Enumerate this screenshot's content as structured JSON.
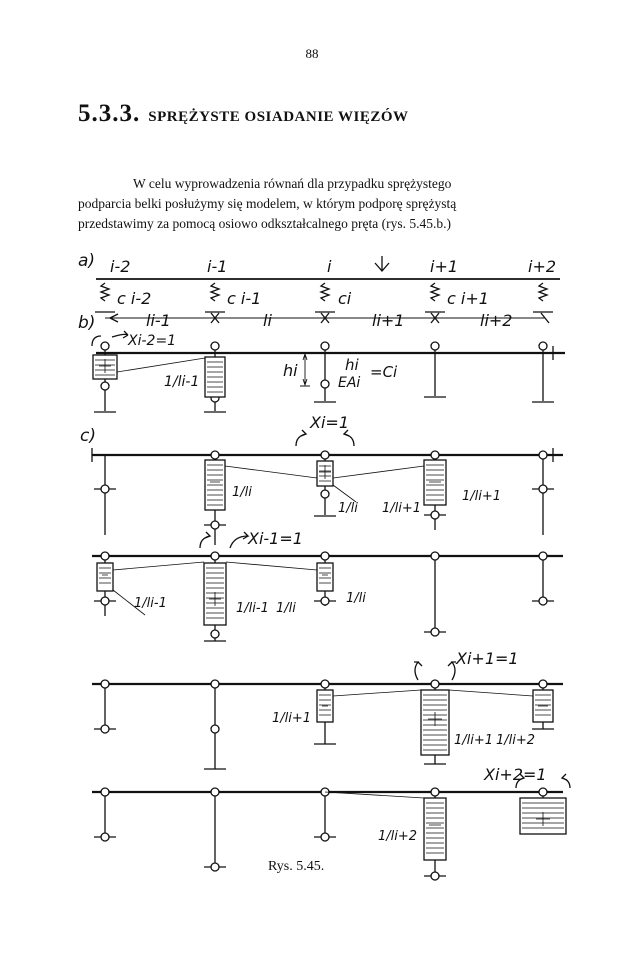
{
  "page_number": "88",
  "section": {
    "number": "5.3.3.",
    "title": "SPRĘŻYSTE OSIADANIE WIĘZÓW"
  },
  "intro_lines": [
    "W celu wyprowadzenia równań dla przypadku sprężystego",
    "podparcia belki posłużymy się modelem, w którym podporę sprężystą",
    "przedstawimy za pomocą osiowo odkształcalnego pręta (rys. 5.45.b.)"
  ],
  "figure": {
    "caption": "Rys. 5.45.",
    "part_labels": [
      "a)",
      "b)",
      "c)"
    ],
    "part_a": {
      "support_labels": [
        "i-2",
        "i-1",
        "i",
        "i+1",
        "i+2"
      ],
      "spring_labels": [
        "c i-2",
        "c i-1",
        "ci",
        "c i+1"
      ]
    },
    "part_b": {
      "span_labels": [
        "li-1",
        "li",
        "li+1",
        "li+2"
      ],
      "unknown_label": "Xi-2=1",
      "ratio_label": "1/li-1",
      "h_label": "hi",
      "formula_numerator": "hi",
      "formula_denominator": "EAi",
      "formula_rhs": "=Ci"
    },
    "unknowns": [
      "Xi=1",
      "Xi-1=1",
      "Xi+1=1",
      "Xi+2=1"
    ],
    "ratio_labels": {
      "row1": [
        "1/li",
        "1/li",
        "1/li+1",
        "1/li+1"
      ],
      "row2": [
        "1/li-1",
        "1/li-1",
        "1/li",
        "1/li"
      ],
      "row3": [
        "1/li+1",
        "1/li+1",
        "1/li+2"
      ],
      "row4": [
        "1/li+2"
      ]
    }
  }
}
